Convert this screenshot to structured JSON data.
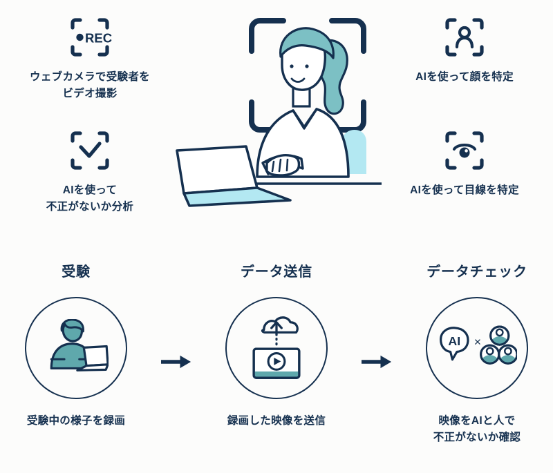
{
  "theme": {
    "background": "#fcfcfb",
    "navy": "#15304f",
    "teal": "#5fa8ac",
    "light_cyan": "#b3e8f2",
    "white": "#ffffff"
  },
  "features": [
    {
      "id": "webcam",
      "icon": "rec-frame-icon",
      "icon_text": "REC",
      "label": "ウェブカメラで受験者を\nビデオ撮影"
    },
    {
      "id": "cheat-analysis",
      "icon": "check-frame-icon",
      "label": "AIを使って\n不正がないか分析"
    },
    {
      "id": "face-detect",
      "icon": "person-frame-icon",
      "label": "AIを使って顔を特定"
    },
    {
      "id": "gaze-detect",
      "icon": "eye-frame-icon",
      "label": "AIを使って目線を特定"
    }
  ],
  "hero": {
    "name": "woman-at-laptop-illustration",
    "description": "face-detection-frame"
  },
  "flow": {
    "arrow_label": "→",
    "steps": [
      {
        "id": "exam",
        "title": "受験",
        "icon": "person-at-laptop-icon",
        "caption": "受験中の様子を録画"
      },
      {
        "id": "data-send",
        "title": "データ送信",
        "icon": "monitor-cloud-upload-icon",
        "caption": "録画した映像を送信"
      },
      {
        "id": "data-check",
        "title": "データチェック",
        "icon": "ai-times-people-icon",
        "icon_text": "AI",
        "icon_operator": "×",
        "caption": "映像をAIと人で\n不正がないか確認"
      }
    ]
  }
}
